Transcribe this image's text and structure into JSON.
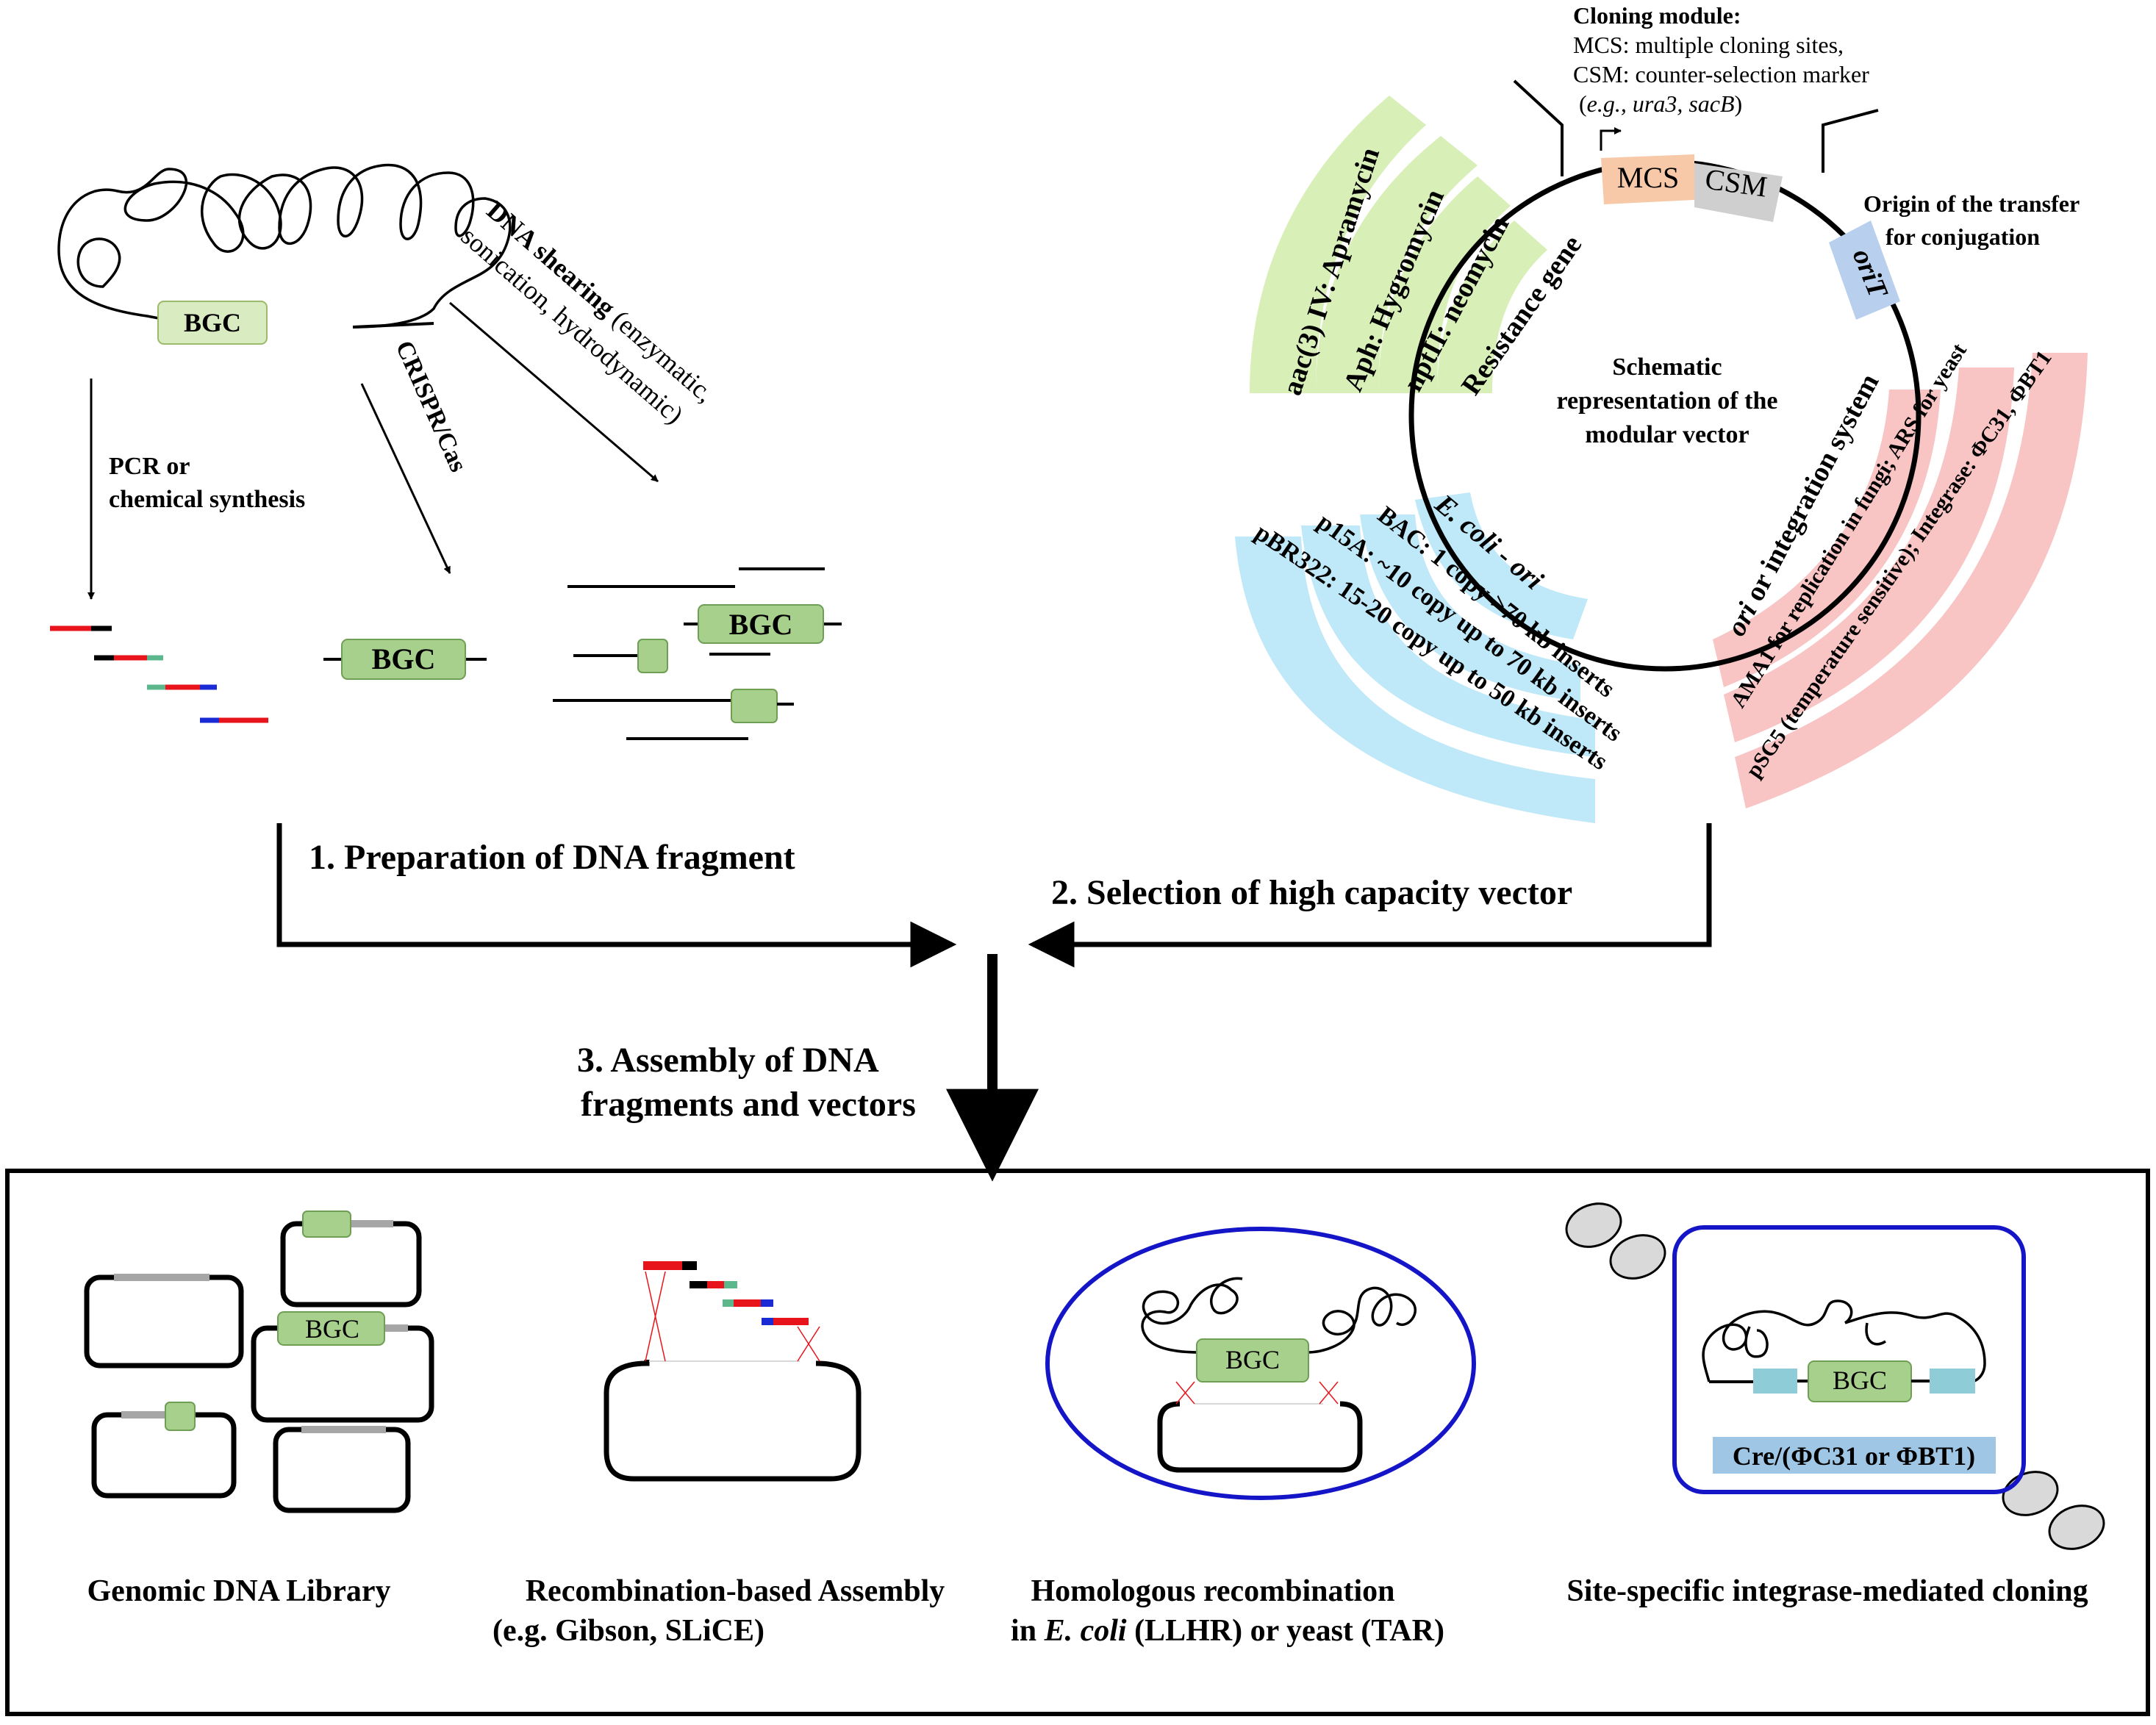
{
  "source_genome": {
    "bgc_label": "BGC",
    "pcr_label_line1": "PCR or",
    "pcr_label_line2": "chemical synthesis",
    "crispr_label": "CRISPR/Cas",
    "shearing_label_bold": "DNA shearing",
    "shearing_label_paren": " (enzymatic,",
    "shearing_label_line2": "sonication, hydrodynamic)"
  },
  "steps": {
    "step1": "1. Preparation of  DNA fragment",
    "step2": "2. Selection of high capacity vector",
    "step3_line1": "3. Assembly of DNA",
    "step3_line2": "fragments and vectors"
  },
  "vector": {
    "center_line1": "Schematic",
    "center_line2": "representation of the",
    "center_line3": "modular vector",
    "mcs": "MCS",
    "csm": "CSM",
    "orit": "oriT",
    "cloning_title": "Cloning module:",
    "cloning_line2": "MCS: multiple cloning sites,",
    "cloning_line3": "CSM: counter-selection marker",
    "cloning_line4_open": "(",
    "cloning_line4_italic": "e.g., ura3, sacB",
    "cloning_line4_close": ")",
    "origin_line1": "Origin of the transfer",
    "origin_line2": "for conjugation",
    "resistance": [
      "aac(3) IV: Apramycin",
      "Aph: Hygromycin",
      "nptII: neomycin",
      "Resistance gene"
    ],
    "ecoli": [
      "E. coli - ori",
      "BAC: 1 copy >70 kb inserts",
      "p15A: ~10 copy up to 70 kb inserts",
      "pBR322: 15-20 copy up to 50 kb inserts"
    ],
    "integration": [
      "ori or integration system",
      "AMA1 for replication in fungi; ARS for yeast",
      "pSG5 (temperature sensitive); Integrase: ΦC31, ΦBT1"
    ]
  },
  "methods": {
    "library": "Genomic DNA Library",
    "recomb_line1": "Recombination-based Assembly",
    "recomb_line2": "(e.g. Gibson, SLiCE)",
    "homol_line1": "Homologous recombination",
    "homol_line2_pre": "in ",
    "homol_line2_italic": "E. coli",
    "homol_line2_post": " (LLHR) or yeast (TAR)",
    "site_specific": "Site-specific integrase-mediated cloning",
    "cre_label": "Cre/(ΦC31 or ΦBT1)"
  },
  "colors": {
    "bgc_fill": "#d9ebc0",
    "bgc_stroke": "#9bbb6a",
    "frag_green": "#a8d08d",
    "red": "#e8141b",
    "blue": "#1a2bd6",
    "teal": "#5cb88c",
    "resistance_band": "#d8efb8",
    "ecoli_band": "#bfe8f8",
    "integration_band": "#f8c4c4",
    "mcs_fill": "#f7c9a8",
    "csm_fill": "#cfcfcf",
    "orit_fill": "#b8cfee",
    "frame_blue": "#1515c8",
    "cre_fill": "#9fc6e4",
    "site_box": "#8ecdd8",
    "ellipse_fill": "#d9d9d9",
    "gray_insert": "#a6a6a6"
  }
}
